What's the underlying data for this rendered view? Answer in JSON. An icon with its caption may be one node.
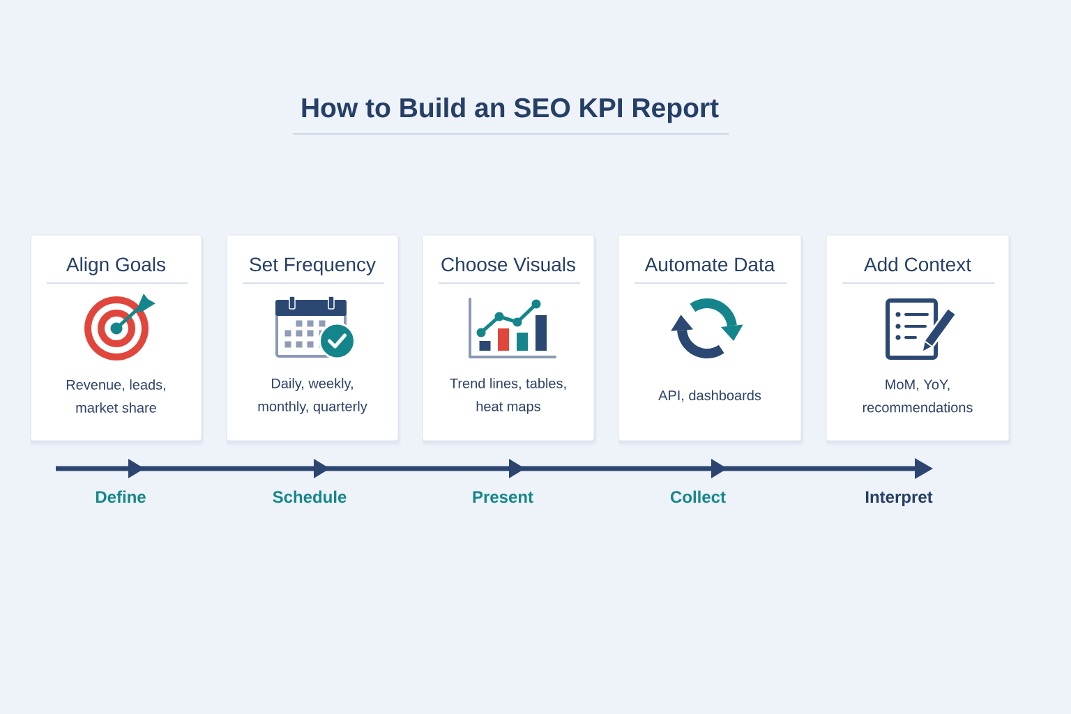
{
  "diagram": {
    "title": "How to Build an SEO KPI Report",
    "nodes": [
      {
        "text": [
          "Align Goals",
          "Revenue, leads, market share"
        ]
      },
      {
        "text": [
          "Set Frequency",
          "Daily, weekly, monthly, quarterly"
        ]
      },
      {
        "text": [
          "Choose Visuals",
          "Trend lines, tables, heat maps"
        ]
      },
      {
        "text": [
          "Automate Data",
          "API, dashboards"
        ]
      },
      {
        "text": [
          "Add Context",
          "MoM, YoY, recommendations"
        ]
      }
    ],
    "labels": [
      "Define",
      "Schedule",
      "Present",
      "Collect",
      "Interpret"
    ]
  }
}
